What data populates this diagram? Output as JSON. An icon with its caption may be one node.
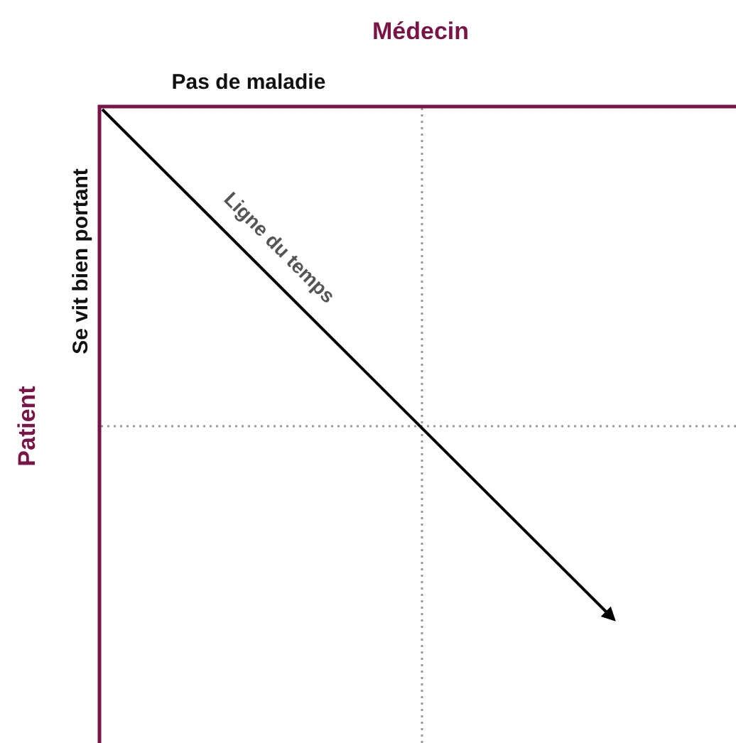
{
  "diagram": {
    "labels": [
      "Médecin",
      "Pas de maladie",
      "Patient",
      "Se vit bien portant",
      "Ligne du temps"
    ]
  }
}
